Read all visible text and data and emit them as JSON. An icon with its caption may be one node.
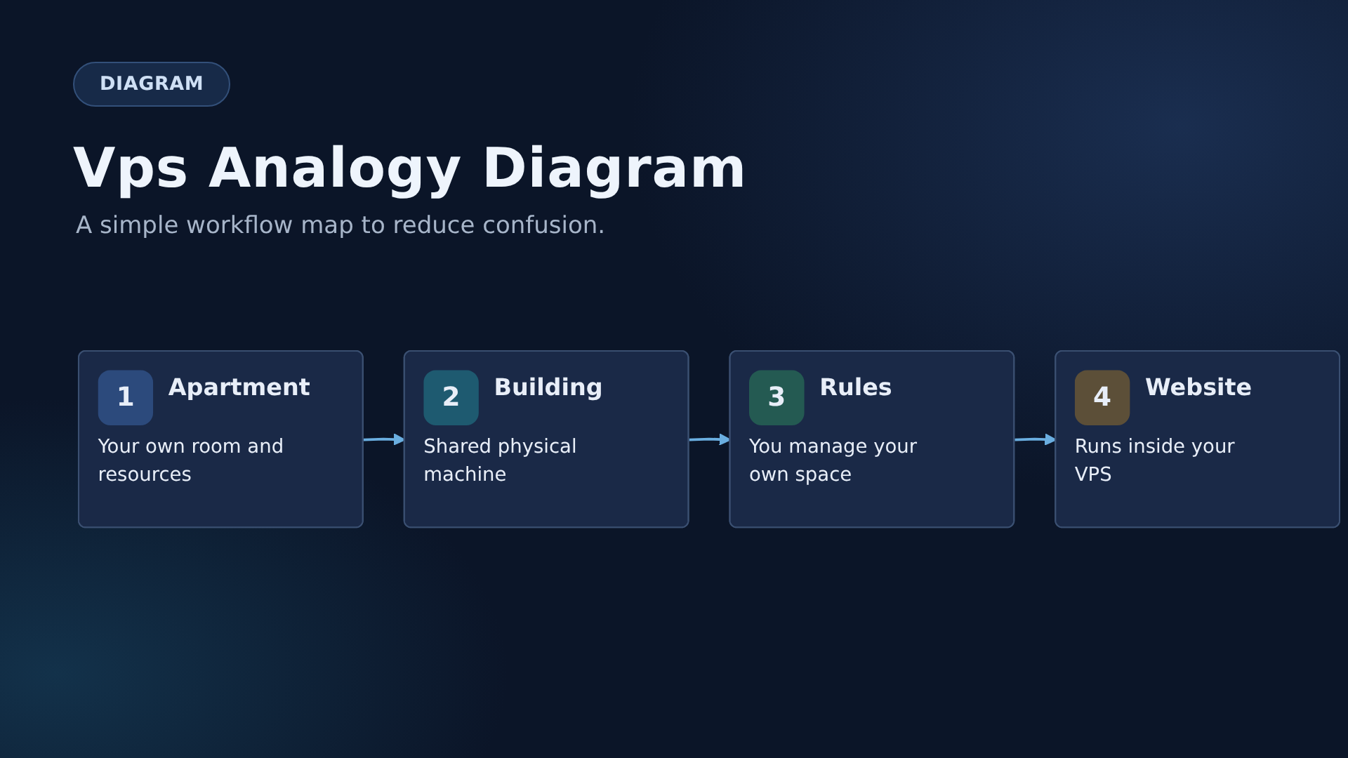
{
  "diagram": {
    "title": "Vps Analogy Diagram",
    "nodes": [
      {
        "text": [
          "1",
          "Apartment",
          "Your own room and resources"
        ]
      },
      {
        "text": [
          "2",
          "Building",
          "Shared physical machine"
        ]
      },
      {
        "text": [
          "3",
          "Rules",
          "You manage your own space"
        ]
      },
      {
        "text": [
          "4",
          "Website",
          "Runs inside your VPS"
        ]
      }
    ],
    "edges": [
      {
        "from": 0,
        "to": 1,
        "arrow": "to"
      },
      {
        "from": 1,
        "to": 2,
        "arrow": "to"
      },
      {
        "from": 2,
        "to": 3,
        "arrow": "to"
      }
    ],
    "labels": [
      "DIAGRAM",
      "A simple workflow map to reduce confusion."
    ]
  }
}
